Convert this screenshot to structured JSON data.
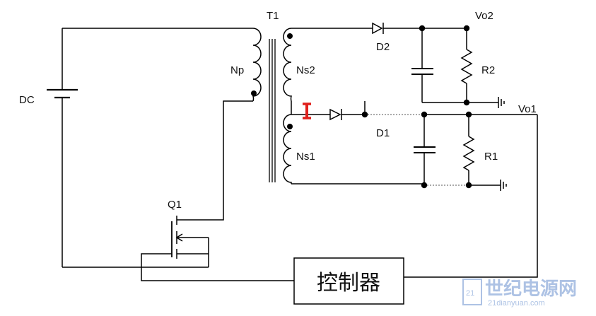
{
  "labels": {
    "source": "DC",
    "transformer": "T1",
    "primary": "Np",
    "secondary2": "Ns2",
    "secondary1": "Ns1",
    "diode2": "D2",
    "diode1": "D1",
    "resistor2": "R2",
    "resistor1": "R1",
    "output2": "Vo2",
    "output1": "Vo1",
    "switch": "Q1",
    "controller": "控制器"
  },
  "watermark": {
    "main": "世纪电源网",
    "url": "21dianyuan.com",
    "badge": "21"
  },
  "colors": {
    "wire": "#000000",
    "highlight": "#e0201c",
    "watermark": "#9fb8e0"
  }
}
